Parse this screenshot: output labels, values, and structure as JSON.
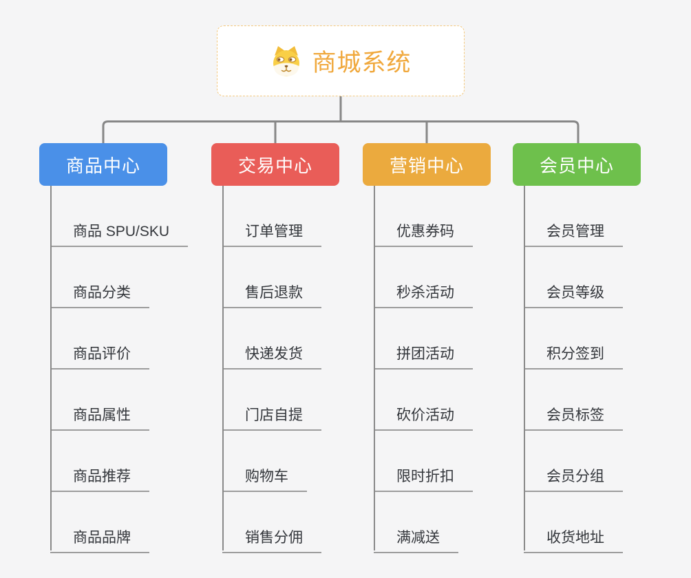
{
  "root": {
    "title": "商城系统",
    "icon": "dog-face-icon",
    "title_color": "#f0a83c",
    "border_color": "#f3c87d"
  },
  "colors": {
    "background": "#f5f5f6",
    "connector_line": "#878787",
    "leaf_underline": "#9c9c9c",
    "leaf_text": "#33363b"
  },
  "branches": [
    {
      "label": "商品中心",
      "color": "#4a90e8",
      "children": [
        "商品 SPU/SKU",
        "商品分类",
        "商品评价",
        "商品属性",
        "商品推荐",
        "商品品牌"
      ]
    },
    {
      "label": "交易中心",
      "color": "#e95d58",
      "children": [
        "订单管理",
        "售后退款",
        "快递发货",
        "门店自提",
        "购物车",
        "销售分佣"
      ]
    },
    {
      "label": "营销中心",
      "color": "#ebaa3e",
      "children": [
        "优惠券码",
        "秒杀活动",
        "拼团活动",
        "砍价活动",
        "限时折扣",
        "满减送"
      ]
    },
    {
      "label": "会员中心",
      "color": "#6ec04c",
      "children": [
        "会员管理",
        "会员等级",
        "积分签到",
        "会员标签",
        "会员分组",
        "收货地址"
      ]
    }
  ]
}
